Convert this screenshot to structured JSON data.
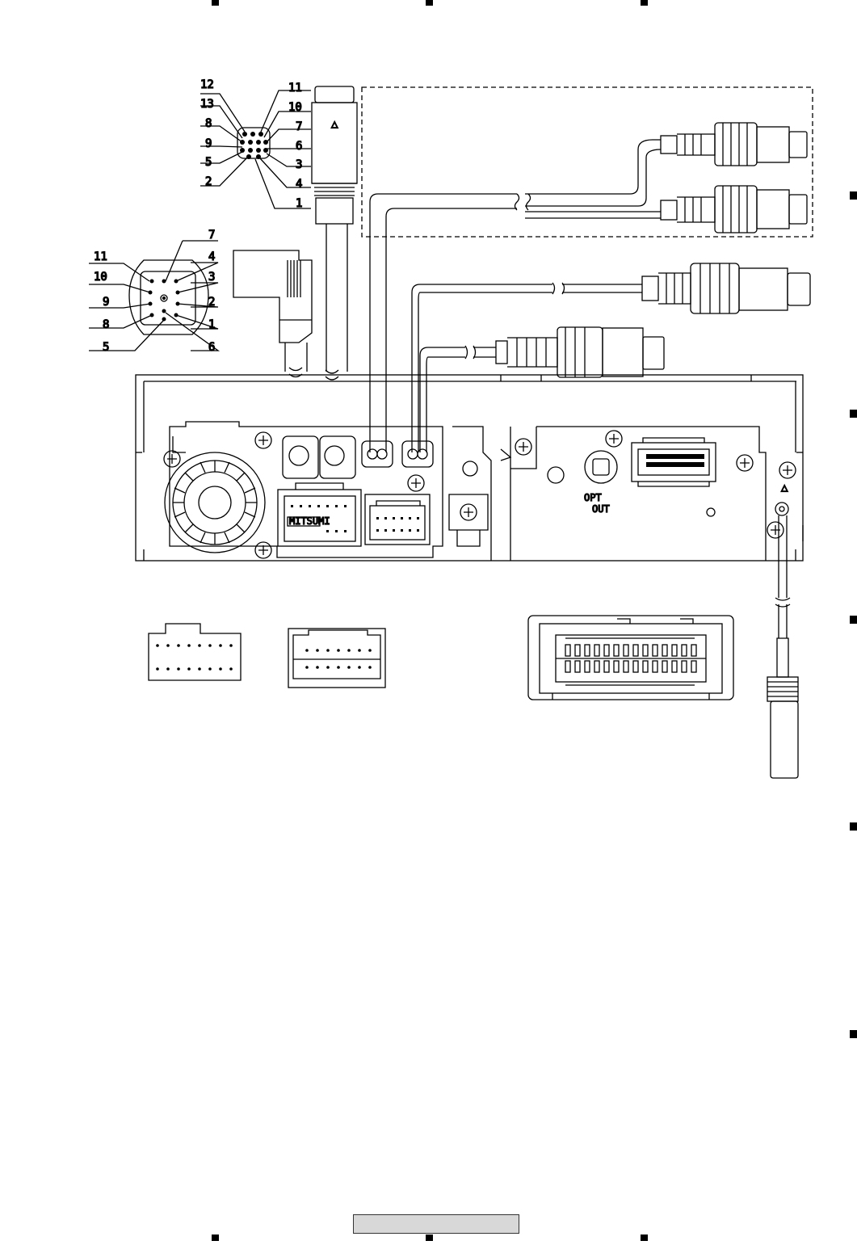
{
  "colors": {
    "line": "#000000",
    "footer_fill": "#d8d8d8"
  },
  "connector_13pin": {
    "pins": [
      "12",
      "11",
      "13",
      "10",
      "8",
      "7",
      "9",
      "6",
      "5",
      "3",
      "2",
      "4",
      "1"
    ]
  },
  "connector_11pin": {
    "pins": [
      "7",
      "11",
      "4",
      "10",
      "3",
      "9",
      "2",
      "8",
      "1",
      "5",
      "6"
    ]
  },
  "ip_bus_triangle": "△",
  "optical": {
    "line1": "OPT",
    "line2": "OUT"
  },
  "connector_brand": "MITSUMI",
  "antenna_triangle": "△"
}
